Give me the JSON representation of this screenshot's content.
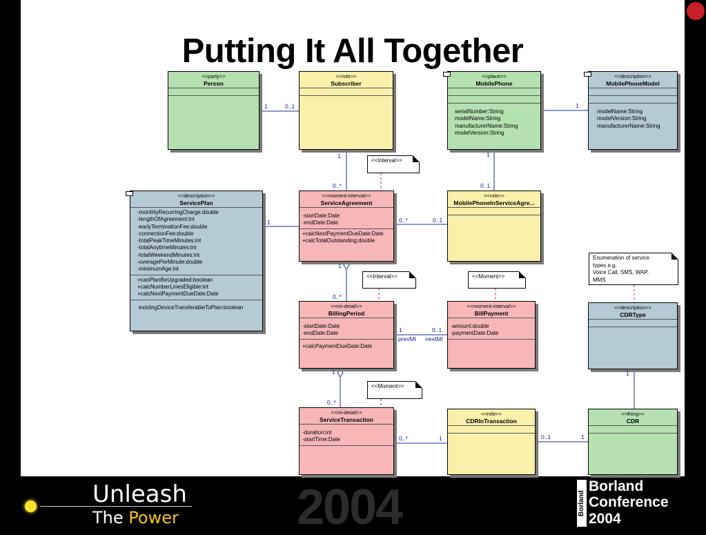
{
  "slide": {
    "title": "Putting It All Together"
  },
  "classes": {
    "person": {
      "stereotype": "<<party>>",
      "name": "Person",
      "attributes": [],
      "operations": []
    },
    "subscriber": {
      "stereotype": "<<role>>",
      "name": "Subscriber",
      "attributes": [],
      "operations": []
    },
    "mobile_phone": {
      "stereotype": "<<place>>",
      "name": "MobilePhone",
      "attributes": [
        "serialNumber:String",
        "modelName:String",
        "manufacturerName:String",
        "modelVersion:String"
      ],
      "operations": []
    },
    "mobile_phone_model": {
      "stereotype": "<<description>>",
      "name": "MobilePhoneModel",
      "attributes": [
        "modelName:String",
        "modelVersion:String",
        "manufacturerName:String"
      ],
      "operations": []
    },
    "service_plan": {
      "stereotype": "<<description>>",
      "name": "ServicePlan",
      "attributes": [
        "-monthlyRecurringCharge:double",
        "-lengthOfAgreement:int",
        "-earlyTerminationFee:double",
        "-connectionFee:double",
        "-totalPeakTimeMinutes:int",
        "-totalAnytimeMinutes:int",
        "-totalWeekendMinutes:int",
        "-overagePerMinute:double",
        "-minimumAge:int"
      ],
      "operations": [
        "+canPlanBeUpgraded:boolean",
        "+calcNumberLinesEligible:int",
        "+calcNextPaymentDueDate:Date"
      ],
      "extra": [
        "existingDeviceTransferableToPlan:boolean"
      ]
    },
    "service_agreement": {
      "stereotype": "<<moment-interval>>",
      "name": "ServiceAgreement",
      "attributes": [
        "-startDate:Date",
        "-endDate:Date"
      ],
      "operations": [
        "+calcNextPaymentDueDate:Date",
        "+calcTotalOutstanding:double"
      ]
    },
    "mobile_phone_in_service": {
      "stereotype": "<<role>>",
      "name": "MobilePhoneInServiceAgre...",
      "attributes": [],
      "operations": []
    },
    "billing_period": {
      "stereotype": "<<mi-detail>>",
      "name": "BillingPeriod",
      "attributes": [
        "-startDate:Date",
        "-endDate:Date"
      ],
      "operations": [
        "+calcPaymentDueDate:Date"
      ]
    },
    "bill_payment": {
      "stereotype": "<<moment-interval>>",
      "name": "BillPayment",
      "attributes": [
        "-amount:double",
        "-paymentDate:Date"
      ],
      "operations": []
    },
    "cdr_type": {
      "stereotype": "<<description>>",
      "name": "CDRType",
      "attributes": [],
      "operations": []
    },
    "service_transaction": {
      "stereotype": "<<mi-detail>>",
      "name": "ServiceTransaction",
      "attributes": [
        "-duration:int",
        "-startTime:Date"
      ],
      "operations": []
    },
    "cdr_in_transaction": {
      "stereotype": "<<role>>",
      "name": "CDRInTransaction",
      "attributes": [],
      "operations": []
    },
    "cdr": {
      "stereotype": "<<thing>>",
      "name": "CDR",
      "attributes": [],
      "operations": []
    }
  },
  "notes": {
    "interval_1": "<<Interval>>",
    "interval_2": "<<Interval>>",
    "moment_1": "<<Moment>>",
    "moment_2": "<<Moment>>",
    "enumeration": [
      "Enumeration of service",
      "types e.g.",
      "Voice Call, SMS, WAP,",
      "MMS"
    ]
  },
  "multiplicities": {
    "person_sub_1": "1",
    "person_sub_2": "0..1",
    "mp_model": "1",
    "sub_sa_1": "1",
    "sub_sa_2": "0..*",
    "mp_role_1": "1",
    "mp_role_2": "0..1",
    "sp_sa": "1",
    "sa_role_1": "0..*",
    "sa_role_2": "0..1",
    "sa_bp_1": "1",
    "sa_bp_2": "0..*",
    "bp_pay_1": "1",
    "bp_pay_2": "0..1",
    "bp_pay_role_1": "prevMI",
    "bp_pay_role_2": "nextMI",
    "bp_st_1": "1",
    "bp_st_2": "0..*",
    "st_cdrin_1": "0..*",
    "st_cdrin_2": "1",
    "cdrin_cdr_1": "0..1",
    "cdrin_cdr_2": "1",
    "cdrtype_cdr": "1"
  },
  "footer": {
    "unleash": "Unleash",
    "the": "The ",
    "power": "Power",
    "year_watermark": "2004",
    "brand_side": "Borland",
    "brand_lines": [
      "Borland",
      "Conference",
      "2004"
    ]
  },
  "colors": {
    "party": "#b5e1b0",
    "role": "#faf0aa",
    "moment_interval": "#f7b7b7",
    "description": "#b4cad5",
    "line": "#1b2fa8"
  }
}
